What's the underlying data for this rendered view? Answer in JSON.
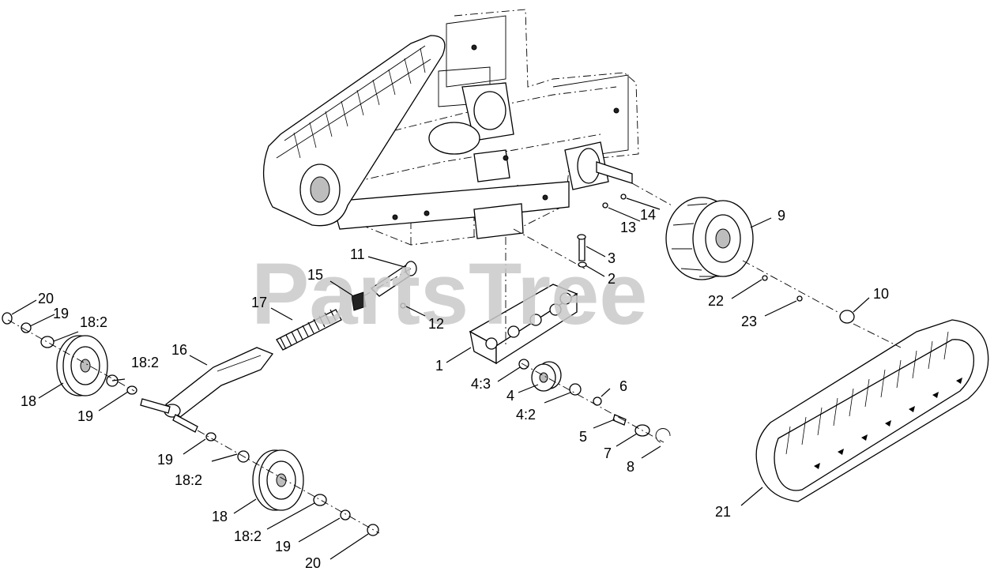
{
  "watermark": "PartsTree",
  "callouts": [
    {
      "id": "c1",
      "label": "1"
    },
    {
      "id": "c2",
      "label": "2"
    },
    {
      "id": "c3",
      "label": "3"
    },
    {
      "id": "c4",
      "label": "4"
    },
    {
      "id": "c4-2",
      "label": "4:2"
    },
    {
      "id": "c4-3",
      "label": "4:3"
    },
    {
      "id": "c5",
      "label": "5"
    },
    {
      "id": "c6",
      "label": "6"
    },
    {
      "id": "c7",
      "label": "7"
    },
    {
      "id": "c8",
      "label": "8"
    },
    {
      "id": "c9",
      "label": "9"
    },
    {
      "id": "c10",
      "label": "10"
    },
    {
      "id": "c11",
      "label": "11"
    },
    {
      "id": "c12",
      "label": "12"
    },
    {
      "id": "c13",
      "label": "13"
    },
    {
      "id": "c14",
      "label": "14"
    },
    {
      "id": "c15",
      "label": "15"
    },
    {
      "id": "c16",
      "label": "16"
    },
    {
      "id": "c17",
      "label": "17"
    },
    {
      "id": "c18a",
      "label": "18"
    },
    {
      "id": "c18b",
      "label": "18"
    },
    {
      "id": "c18-2a",
      "label": "18:2"
    },
    {
      "id": "c18-2b",
      "label": "18:2"
    },
    {
      "id": "c18-2c",
      "label": "18:2"
    },
    {
      "id": "c18-2d",
      "label": "18:2"
    },
    {
      "id": "c19a",
      "label": "19"
    },
    {
      "id": "c19b",
      "label": "19"
    },
    {
      "id": "c19c",
      "label": "19"
    },
    {
      "id": "c19d",
      "label": "19"
    },
    {
      "id": "c20a",
      "label": "20"
    },
    {
      "id": "c20b",
      "label": "20"
    },
    {
      "id": "c21",
      "label": "21"
    },
    {
      "id": "c22",
      "label": "22"
    },
    {
      "id": "c23",
      "label": "23"
    }
  ]
}
